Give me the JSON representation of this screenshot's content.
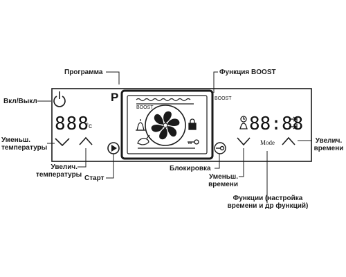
{
  "labels": {
    "program": "Программа",
    "boost_function": "Функция BOOST",
    "on_off": "Вкл/Выкл",
    "temp_down": "Уменьш. температуры",
    "temp_up": "Увелич. температуры",
    "start": "Старт",
    "lock": "Блокировка",
    "time_down": "Уменьш. времени",
    "time_up": "Увелич. времени",
    "functions": "Функции (настройка времени и др функций)"
  },
  "panel": {
    "program_letter": "P",
    "boost_left": "BOOST",
    "boost_right": "BOOST",
    "temp_digits": "888",
    "temp_unit": "°c",
    "time_digits": "88:88",
    "mode": "Mode"
  },
  "colors": {
    "line": "#1a1a1a",
    "background": "#ffffff"
  }
}
